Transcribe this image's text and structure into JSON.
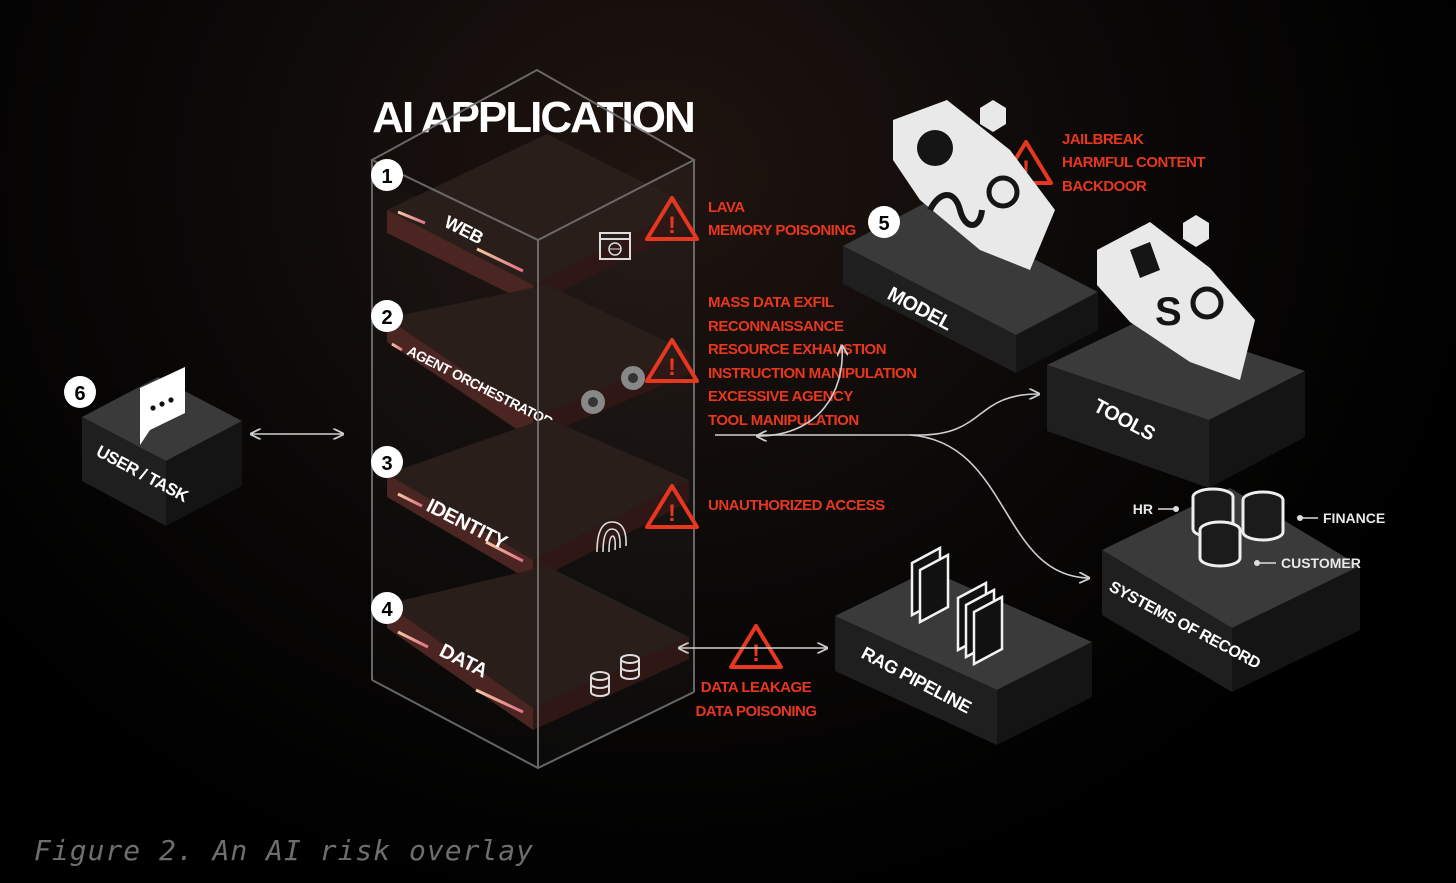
{
  "title": "AI APPLICATION",
  "caption": "Figure 2. An AI risk overlay",
  "colors": {
    "risk": "#e8371f",
    "accent": "#e29a8a",
    "background": "#000000"
  },
  "layers": [
    {
      "number": "1",
      "label": "WEB",
      "icon": "browser-icon"
    },
    {
      "number": "2",
      "label": "AGENT ORCHESTRATOR",
      "icon": "gear-pair-icon"
    },
    {
      "number": "3",
      "label": "IDENTITY",
      "icon": "fingerprint-icon"
    },
    {
      "number": "4",
      "label": "DATA",
      "icon": "database-icon"
    }
  ],
  "risks": {
    "web": [
      "LAVA",
      "MEMORY POISONING"
    ],
    "agent": [
      "MASS DATA EXFIL",
      "RECONNAISSANCE",
      "RESOURCE EXHAUSTION",
      "INSTRUCTION MANIPULATION",
      "EXCESSIVE AGENCY",
      "TOOL MANIPULATION"
    ],
    "identity": [
      "UNAUTHORIZED ACCESS"
    ],
    "data": [
      "DATA LEAKAGE",
      "DATA POISONING"
    ],
    "model": [
      "JAILBREAK",
      "HARMFUL CONTENT",
      "BACKDOOR"
    ]
  },
  "nodes": {
    "user": {
      "number": "6",
      "label": "USER / TASK"
    },
    "model": {
      "number": "5",
      "label": "MODEL"
    },
    "tools": {
      "label": "TOOLS"
    },
    "rag": {
      "label": "RAG PIPELINE"
    },
    "records": {
      "label": "SYSTEMS OF RECORD",
      "sources": [
        "HR",
        "FINANCE",
        "CUSTOMER"
      ]
    }
  }
}
